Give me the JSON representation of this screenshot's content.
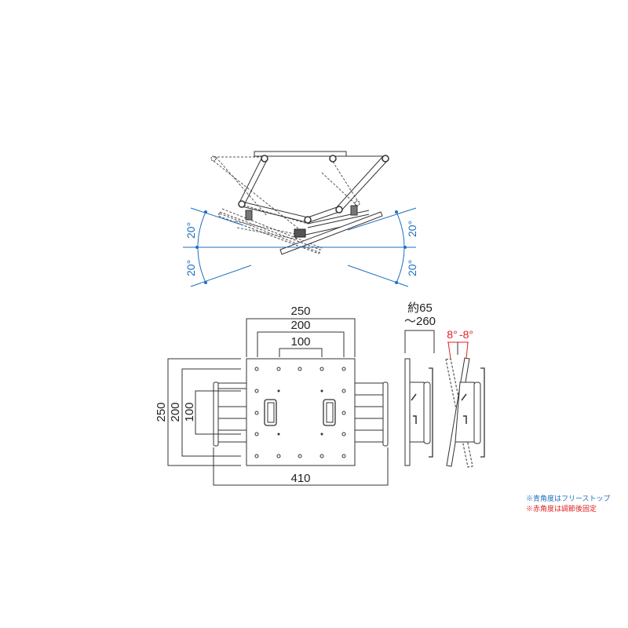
{
  "top_view": {
    "angles": {
      "left_upper": "20°",
      "left_lower": "20°",
      "right_upper": "20°",
      "right_lower": "20°"
    }
  },
  "front_view": {
    "width_dims": {
      "outer": "250",
      "middle": "200",
      "inner": "100"
    },
    "height_dims": {
      "outer": "250",
      "middle": "200",
      "inner": "100"
    },
    "total_width": "410"
  },
  "side_view": {
    "depth_line1": "約65",
    "depth_line2": "～260",
    "tilt_pos": "8°",
    "tilt_neg": "-8°"
  },
  "notes": {
    "blue_note": "※青角度はフリーストップ",
    "red_note": "※赤角度は調節後固定"
  },
  "colors": {
    "blue": "#1e6fbf",
    "red": "#e02020",
    "line": "#222222"
  }
}
